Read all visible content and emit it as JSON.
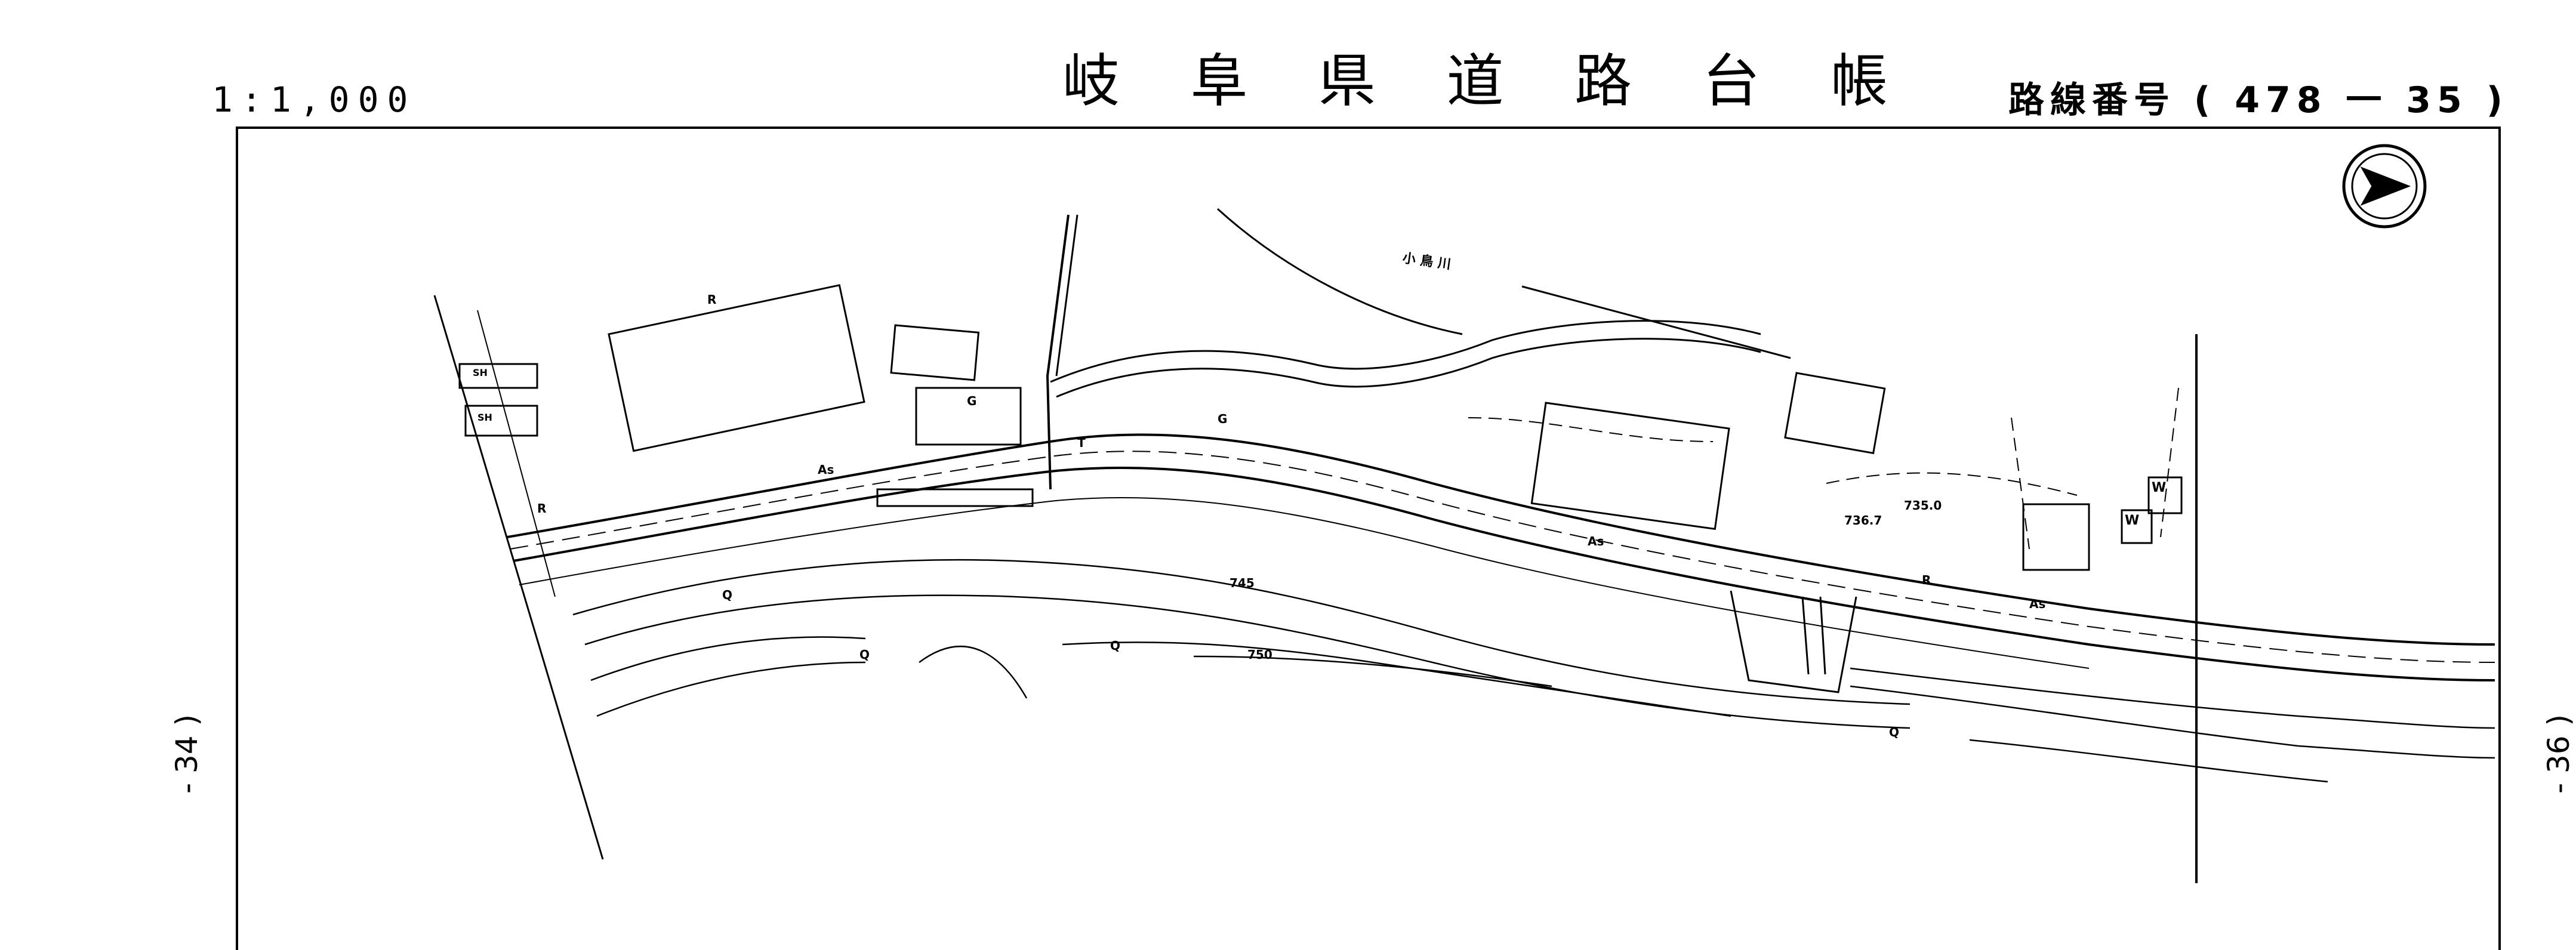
{
  "header": {
    "scale": "1:1,000",
    "title": "岐 阜 県 道 路 台 帳",
    "route": "路線番号 ( 478 一 35 )"
  },
  "adjacent": {
    "left": "- 34 )",
    "right": "- 36 )"
  },
  "map": {
    "river_label": "小 鳥 川",
    "labels": {
      "as": "As",
      "r": "R",
      "g": "G",
      "q": "Q",
      "t": "T",
      "w": "W",
      "sh": "SH",
      "elev_745": "745",
      "elev_750": "750",
      "elev_736_7": "736.7",
      "elev_735_0": "735.0"
    }
  },
  "colors": {
    "line": "#000000",
    "background": "#ffffff"
  },
  "icons": {
    "north_arrow": "north-arrow-icon"
  }
}
